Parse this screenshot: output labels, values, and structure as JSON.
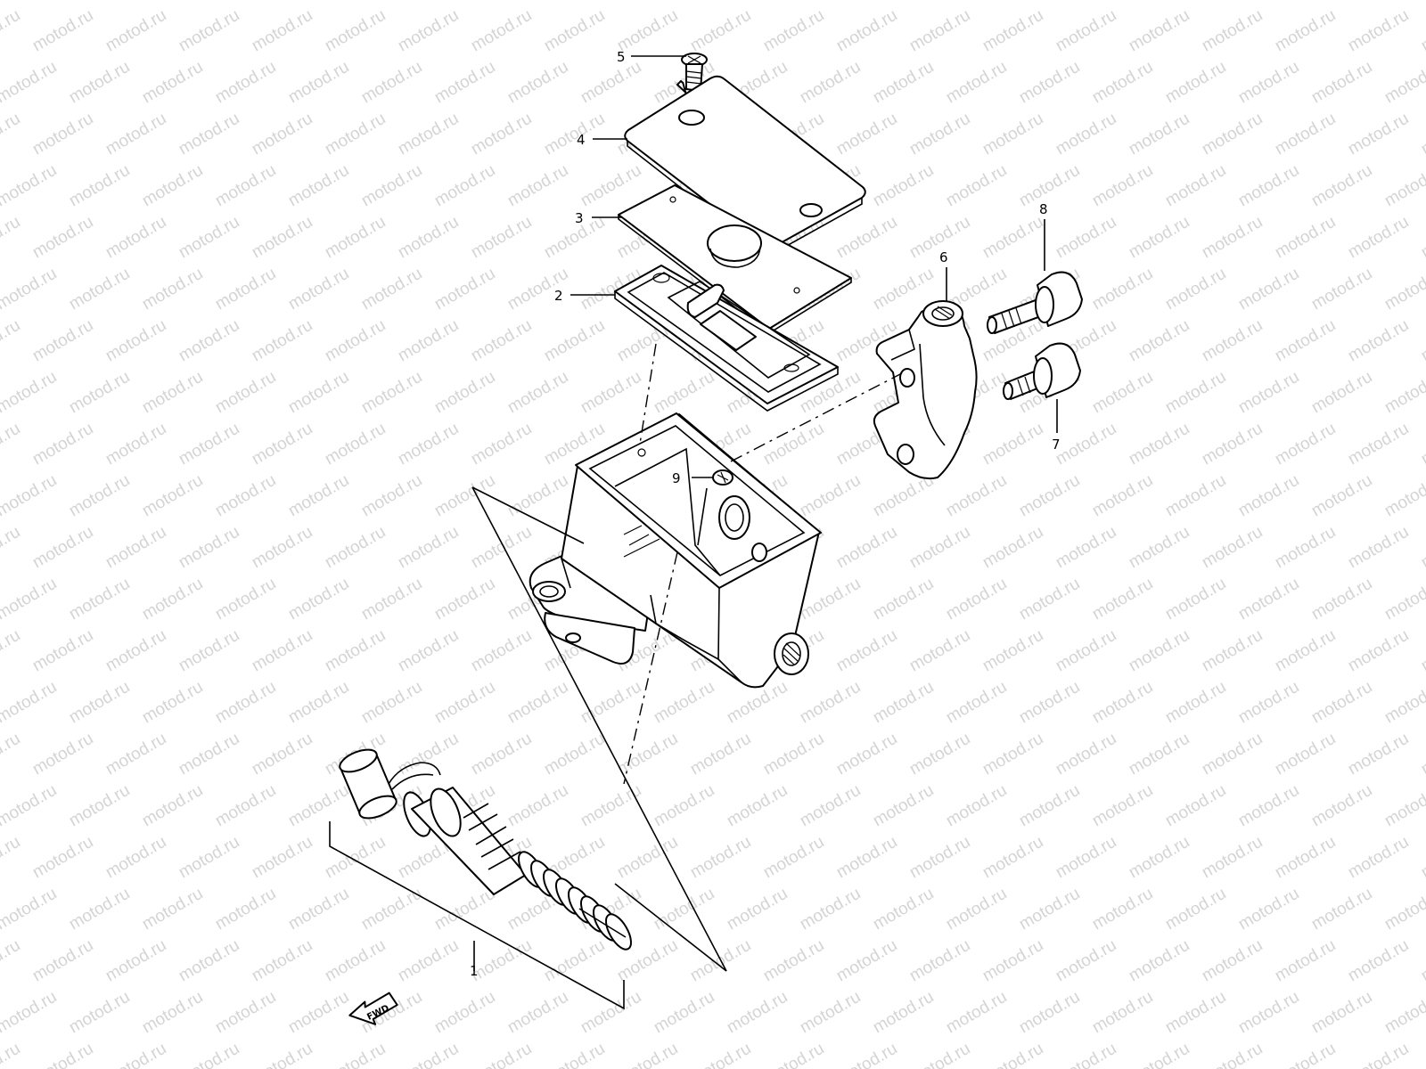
{
  "watermark": {
    "text": "motod.ru",
    "color": "#d4d4d4"
  },
  "fwd_label": "FWD",
  "callouts": {
    "c1": "1",
    "c2": "2",
    "c3": "3",
    "c4": "4",
    "c5": "5",
    "c6": "6",
    "c7": "7",
    "c8": "8",
    "c9": "9"
  },
  "line_color": "#000000"
}
